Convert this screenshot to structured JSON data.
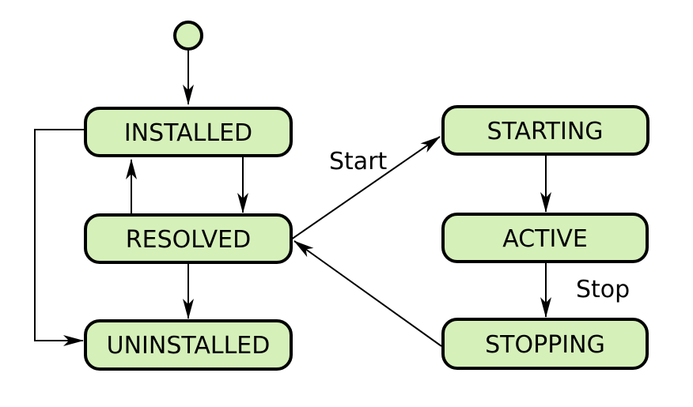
{
  "diagram": {
    "type": "state-diagram",
    "colors": {
      "background": "#ffffff",
      "node_fill": "#d6f0ba",
      "node_stroke": "#000000",
      "edge_stroke": "#000000",
      "text": "#000000"
    },
    "nodes": {
      "start": {
        "label": "",
        "kind": "initial-state-circle"
      },
      "installed": {
        "label": "INSTALLED"
      },
      "resolved": {
        "label": "RESOLVED"
      },
      "uninstalled": {
        "label": "UNINSTALLED"
      },
      "starting": {
        "label": "STARTING"
      },
      "active": {
        "label": "ACTIVE"
      },
      "stopping": {
        "label": "STOPPING"
      }
    },
    "edge_labels": {
      "start": "Start",
      "stop": "Stop"
    },
    "transitions": [
      {
        "from": "start",
        "to": "installed",
        "label": ""
      },
      {
        "from": "installed",
        "to": "resolved",
        "label": ""
      },
      {
        "from": "resolved",
        "to": "installed",
        "label": ""
      },
      {
        "from": "resolved",
        "to": "uninstalled",
        "label": ""
      },
      {
        "from": "installed",
        "to": "uninstalled",
        "label": ""
      },
      {
        "from": "resolved",
        "to": "starting",
        "label": "Start"
      },
      {
        "from": "starting",
        "to": "active",
        "label": ""
      },
      {
        "from": "active",
        "to": "stopping",
        "label": "Stop"
      },
      {
        "from": "stopping",
        "to": "resolved",
        "label": ""
      }
    ]
  }
}
